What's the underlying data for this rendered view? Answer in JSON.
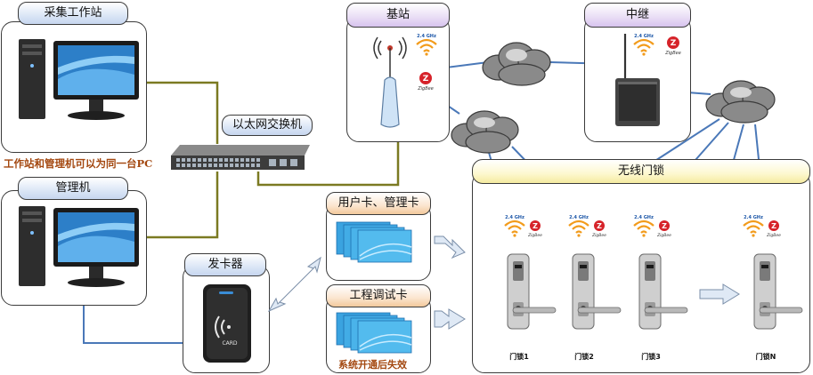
{
  "nodes": {
    "workstation": "采集工作站",
    "manager": "管理机",
    "switch": "以太网交换机",
    "note": "工作站和管理机可以为同一台PC",
    "base_station": "基站",
    "relay": "中继",
    "card_issuer": "发卡器",
    "user_card": "用户卡、管理卡",
    "debug_card": "工程调试卡",
    "debug_note": "系统开通后失效",
    "wireless_lock": "无线门锁"
  },
  "badges": {
    "wifi_freq": "2.4 GHz",
    "zigbee": "ZigBee",
    "zigbee_letter": "Z",
    "card_text": "CARD"
  },
  "locks": [
    "门锁1",
    "门锁2",
    "门锁3",
    "门锁N"
  ],
  "colors": {
    "cable": "#7b7a22",
    "link": "#4a78b8",
    "accent_orange": "#f29b1b",
    "zigbee_red": "#d6232a",
    "note_brown": "#a3470f"
  }
}
